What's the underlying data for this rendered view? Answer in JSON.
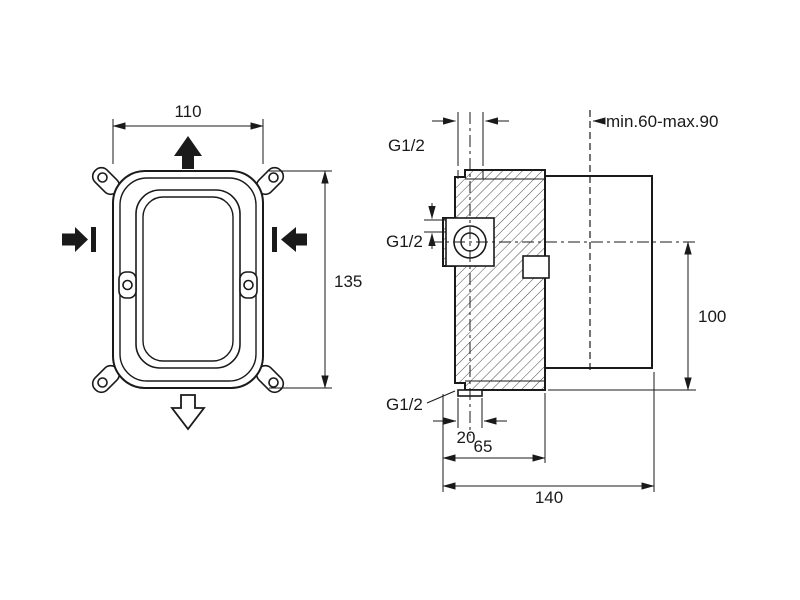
{
  "figure": {
    "type": "technical-drawing",
    "views": {
      "front": {
        "dims": {
          "width": "110",
          "height": "135"
        }
      },
      "side": {
        "dims": {
          "depth_range": "min.60-max.90",
          "top_thread": "G1/2",
          "side_thread": "G1/2",
          "bottom_thread": "G1/2",
          "axis_height": "100",
          "port_width": "20",
          "body_depth": "65",
          "overall_depth": "140"
        }
      }
    },
    "colors": {
      "line": "#1a1a1a",
      "background": "#ffffff"
    }
  }
}
